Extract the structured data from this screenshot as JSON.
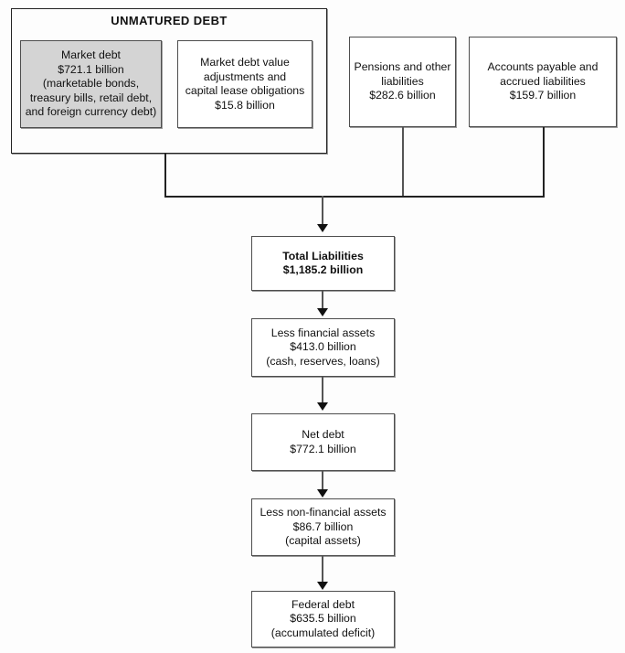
{
  "diagram": {
    "title": "Federal debt composition flowchart",
    "group": {
      "label": "UNMATURED DEBT"
    },
    "nodes": {
      "market_debt": {
        "text": "Market debt\n$721.1  billion\n(marketable bonds,\ntreasury bills, retail debt,\nand foreign currency debt)",
        "fill": "#d4d4d4"
      },
      "market_debt_adjustments": {
        "text": "Market debt value\nadjustments and\ncapital lease obligations\n$15.8 billion",
        "fill": "#ffffff"
      },
      "pensions": {
        "text": "Pensions and other\nliabilities\n$282.6 billion",
        "fill": "#ffffff"
      },
      "accounts_payable": {
        "text": "Accounts payable and\naccrued liabilities\n$159.7 billion",
        "fill": "#ffffff"
      },
      "total_liabilities": {
        "text": "Total Liabilities\n$1,185.2 billion",
        "fill": "#ffffff"
      },
      "less_financial_assets": {
        "text": "Less financial assets\n$413.0 billion\n(cash, reserves, loans)",
        "fill": "#ffffff"
      },
      "net_debt": {
        "text": "Net debt\n$772.1 billion",
        "fill": "#ffffff"
      },
      "less_non_financial_assets": {
        "text": "Less non-financial assets\n$86.7 billion\n(capital assets)",
        "fill": "#ffffff"
      },
      "federal_debt": {
        "text": "Federal debt\n$635.5 billion\n(accumulated deficit)",
        "fill": "#ffffff"
      }
    },
    "values": {
      "market_debt_billion": 721.1,
      "market_debt_adjustments_billion": 15.8,
      "pensions_billion": 282.6,
      "accounts_payable_billion": 159.7,
      "total_liabilities_billion": 1185.2,
      "less_financial_assets_billion": 413.0,
      "net_debt_billion": 772.1,
      "less_non_financial_assets_billion": 86.7,
      "federal_debt_billion": 635.5
    },
    "colors": {
      "shaded_fill": "#d4d4d4",
      "box_border": "#4d4d4d",
      "group_border": "#222222",
      "connector": "#555555",
      "background": "#fdfdfd"
    }
  }
}
